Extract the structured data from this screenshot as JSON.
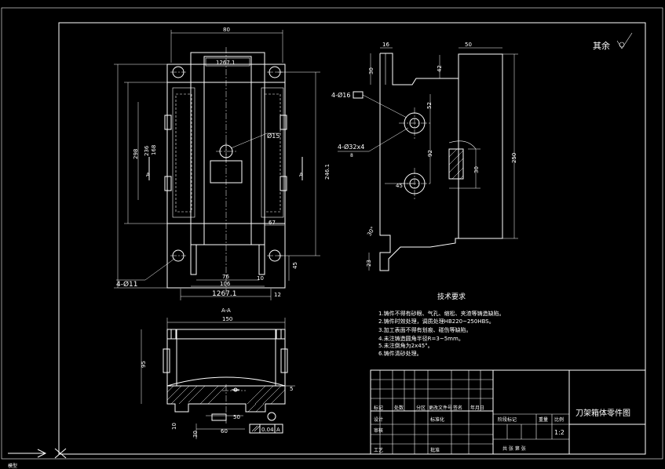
{
  "drawing_title": "刀架箱体零件图",
  "roughness_note": "其余",
  "scale": "1:2",
  "section_label": "A-A",
  "front_view": {
    "width_top": "80",
    "center_label": "1267.1",
    "height_total": "298",
    "height_mid": "236",
    "height_inner": "168",
    "hole_dia": "Ø15",
    "right_height": "246.1",
    "bottom_67": "67",
    "bottom_45": "45",
    "bottom_76": "76",
    "bottom_106": "106",
    "bottom_10": "10",
    "bottom_12": "12",
    "bottom_width": "1267.1",
    "holes_label": "4-Ø11",
    "arrow_a_left": "A",
    "arrow_a_right": "A"
  },
  "side_view": {
    "dim_16": "16",
    "dim_50": "50",
    "dim_30": "30",
    "dim_42": "42",
    "hole_label_16": "4-Ø16",
    "hole_label_32": "4-Ø32x4",
    "hole_label_32_sub": "8",
    "dim_52": "52",
    "dim_92": "92",
    "dim_45": "45",
    "dim_30b": "30",
    "dim_250": "250",
    "dim_23": "23",
    "angle": "30°"
  },
  "section_view": {
    "width": "150",
    "height": "95",
    "dim_5": "5",
    "dim_50": "50",
    "dim_60": "60",
    "dim_10": "10",
    "dim_30": "30",
    "tolerance_a": "0.04",
    "tolerance_ref": "A"
  },
  "tech_requirements": {
    "title": "技术要求",
    "items": [
      "1.铸件不得有砂眼、气孔、缩松、夹渣等铸造缺陷。",
      "2.铸件时效处理，调质处理HB220~250HBS。",
      "3.加工表面不得有划痕、碰伤等缺陷。",
      "4.未注铸造圆角半径R=3~5mm。",
      "5.未注倒角为2x45°。",
      "6.铸件清砂处理。"
    ]
  },
  "title_block": {
    "row_labels": [
      "标记",
      "处数",
      "分区",
      "更改文件号",
      "签名",
      "年月日"
    ],
    "design": "设计",
    "standard": "标准化",
    "review": "审核",
    "craft": "工艺",
    "approve": "批准",
    "stage_labels": [
      "阶段标记",
      "重量",
      "比例"
    ],
    "sheets": "共 张  第 张",
    "scale_value": "1:2"
  },
  "bottom_status": "模型"
}
